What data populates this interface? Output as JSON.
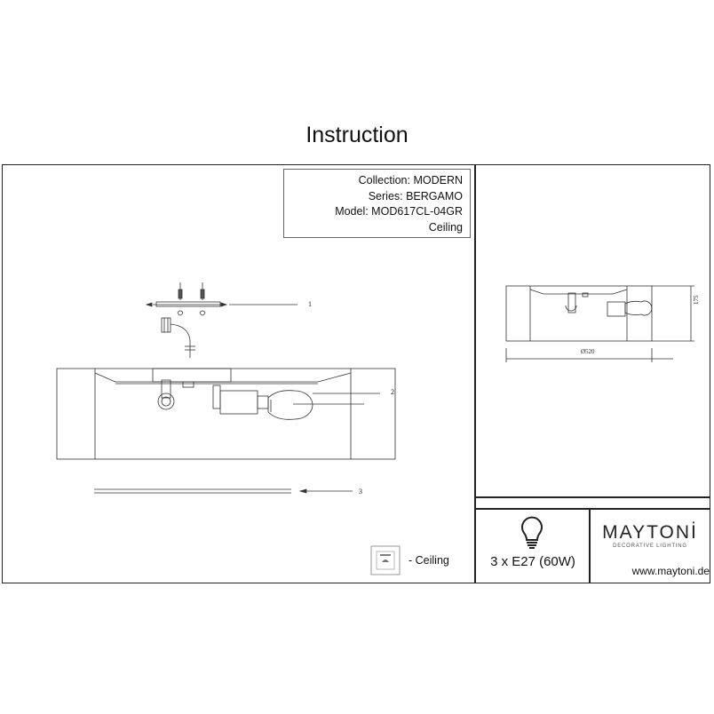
{
  "header": {
    "title": "Instruction"
  },
  "info_box": {
    "collection": "Collection: MODERN",
    "series": "Series: BERGAMO",
    "model": "Model: MOD617CL-04GR",
    "type": "Ceiling"
  },
  "callouts": {
    "c1": "1",
    "c2": "2",
    "c3": "3"
  },
  "dimensions": {
    "width": "Ø520",
    "height": "175"
  },
  "footer": {
    "lamp_spec": "3 x E27 (60W)",
    "brand_name": "MAYTONİ",
    "brand_tagline": "DECORATIVE LIGHTING",
    "website": "www.maytoni.de"
  },
  "legend": {
    "label": "- Ceiling",
    "icon": "ceiling-mount-icon"
  },
  "icons": {
    "bulb": "light-bulb-icon"
  }
}
